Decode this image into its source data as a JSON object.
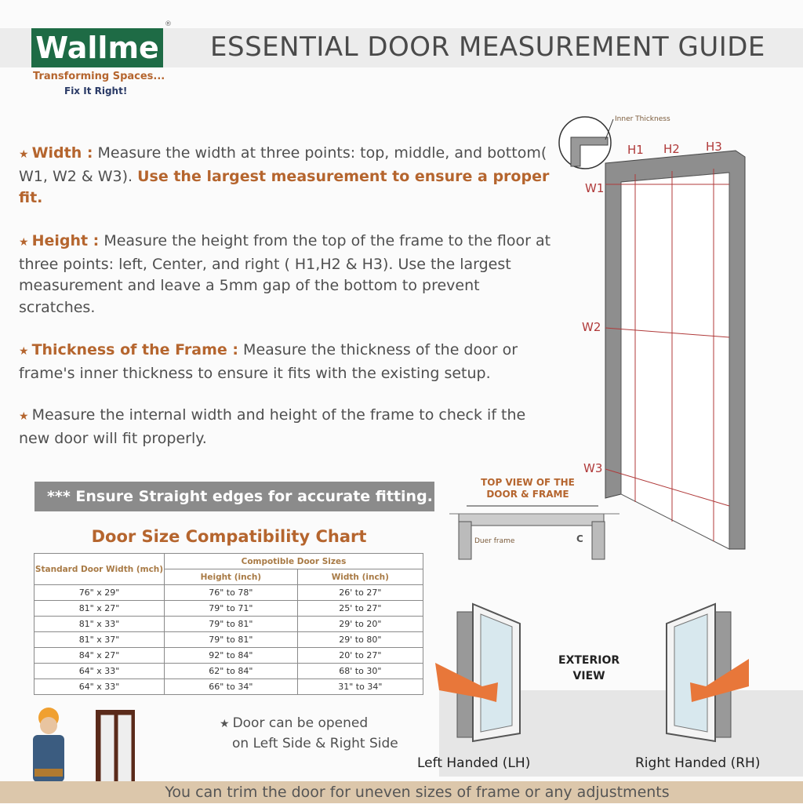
{
  "logo": {
    "brand": "Wallme",
    "registered": "®",
    "tagline": "Transforming Spaces...",
    "slogan": "Fix It Right!"
  },
  "title": "ESSENTIAL DOOR MEASUREMENT GUIDE",
  "bullets": [
    {
      "label": "Width :",
      "text": " Measure the width at three points: top, middle, and bottom( W1, W2 & W3). ",
      "emphasis": "Use the largest measurement to ensure a proper fit."
    },
    {
      "label": "Height :",
      "text": " Measure the height from the top of the frame to the floor at three points: left, Center, and right ( H1,H2 & H3). Use the largest measurement and leave a 5mm gap of the bottom to prevent scratches."
    },
    {
      "label": "Thickness of the Frame :",
      "text": " Measure the thickness of the door or frame's inner thickness to ensure it fits with the existing setup."
    },
    {
      "text": "Measure the internal width and height of the frame to check if the new door will fit properly."
    }
  ],
  "ensure_banner": "*** Ensure Straight edges for accurate fitting.",
  "chart": {
    "title": "Door Size Compatibility Chart",
    "col_standard": "Standard Door Width (mch)",
    "col_group": "Compotible Door Sizes",
    "col_height": "Height (inch)",
    "col_width": "Width (inch)",
    "rows": [
      [
        "76\" x 29\"",
        "76\" to 78\"",
        "26' to 27\""
      ],
      [
        "81\" x 27\"",
        "79\" to 71\"",
        "25' to 27\""
      ],
      [
        "81\" x 33\"",
        "79\" to 81\"",
        "29' to 20\""
      ],
      [
        "81\" x 37\"",
        "79\" to 81\"",
        "29' to 80\""
      ],
      [
        "84\" x 27\"",
        "92\" to 84\"",
        "20' to 27\""
      ],
      [
        "64\" x 33\"",
        "62\" to 84\"",
        "68' to 30\""
      ],
      [
        "64\" x 33\"",
        "66\" to 34\"",
        "31\" to 34\""
      ]
    ]
  },
  "frame_diagram": {
    "inner_thickness": "Inner Thickness",
    "h1": "H1",
    "h2": "H2",
    "h3": "H3",
    "w1": "W1",
    "w2": "W2",
    "w3": "W3"
  },
  "top_view": {
    "title_line1": "TOP VIEW OF THE",
    "title_line2": "DOOR & FRAME",
    "outer_frame": "Duer frame",
    "c_label": "C"
  },
  "note": {
    "line1": "Door can be opened",
    "line2": "on Left Side & Right Side"
  },
  "exterior": {
    "line1": "EXTERIOR",
    "line2": "VIEW"
  },
  "left_handed": "Left Handed (LH)",
  "right_handed": "Right Handed (RH)",
  "bottom_bar": "You can trim the door for uneven sizes of frame or any adjustments",
  "colors": {
    "brand_green": "#1e6b45",
    "accent": "#b5652e",
    "measure_red": "#b03a3a",
    "arrow": "#e8773a",
    "bottom_bar": "#dcc7ab"
  }
}
